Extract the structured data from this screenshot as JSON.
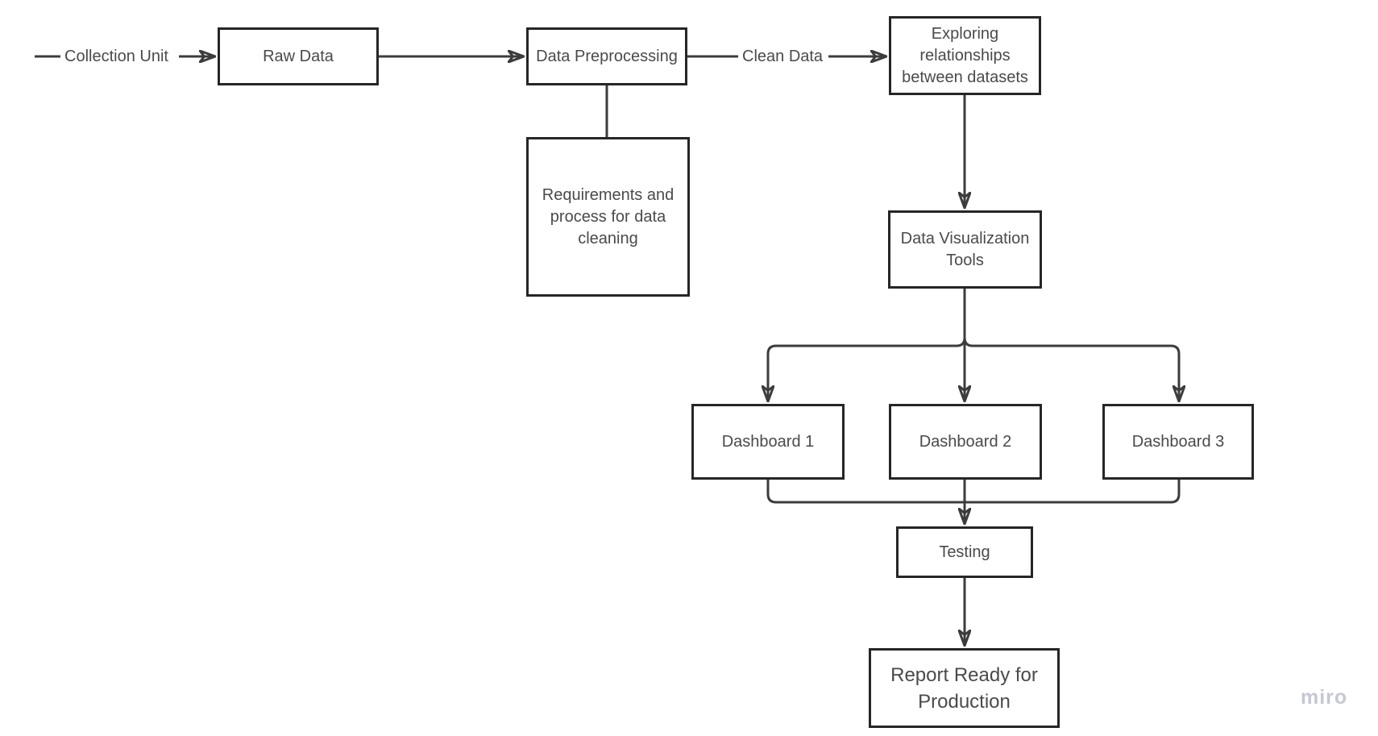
{
  "colors": {
    "background": "#ffffff",
    "node_fill": "#ffffff",
    "node_border": "#262626",
    "connector": "#3c3c3c",
    "text": "#4a4a4a",
    "watermark": "#c5c7d3"
  },
  "nodes": {
    "raw_data": {
      "label": "Raw Data"
    },
    "data_preprocessing": {
      "label": "Data Preprocessing"
    },
    "requirements": {
      "label": "Requirements and process for data cleaning"
    },
    "exploring": {
      "label": "Exploring relationships between datasets"
    },
    "viz_tools": {
      "label": "Data Visualization Tools"
    },
    "dashboard_1": {
      "label": "Dashboard 1"
    },
    "dashboard_2": {
      "label": "Dashboard 2"
    },
    "dashboard_3": {
      "label": "Dashboard 3"
    },
    "testing": {
      "label": "Testing"
    },
    "report": {
      "label": "Report Ready for Production"
    }
  },
  "edge_labels": {
    "collection_unit": {
      "label": "Collection Unit"
    },
    "clean_data": {
      "label": "Clean Data"
    }
  },
  "connections": [
    {
      "from": "collection_unit",
      "to": "raw_data",
      "arrow": true
    },
    {
      "from": "raw_data",
      "to": "data_preprocessing",
      "arrow": true
    },
    {
      "from": "data_preprocessing",
      "to": "exploring",
      "label": "Clean Data",
      "arrow": true
    },
    {
      "from": "data_preprocessing",
      "to": "requirements",
      "arrow": false
    },
    {
      "from": "exploring",
      "to": "viz_tools",
      "arrow": true
    },
    {
      "from": "viz_tools",
      "to": "dashboard_1",
      "arrow": true
    },
    {
      "from": "viz_tools",
      "to": "dashboard_2",
      "arrow": true
    },
    {
      "from": "viz_tools",
      "to": "dashboard_3",
      "arrow": true
    },
    {
      "from": "dashboard_1",
      "to": "testing",
      "arrow": true
    },
    {
      "from": "dashboard_2",
      "to": "testing",
      "arrow": true
    },
    {
      "from": "dashboard_3",
      "to": "testing",
      "arrow": true
    },
    {
      "from": "testing",
      "to": "report",
      "arrow": true
    }
  ],
  "watermark": "miro"
}
